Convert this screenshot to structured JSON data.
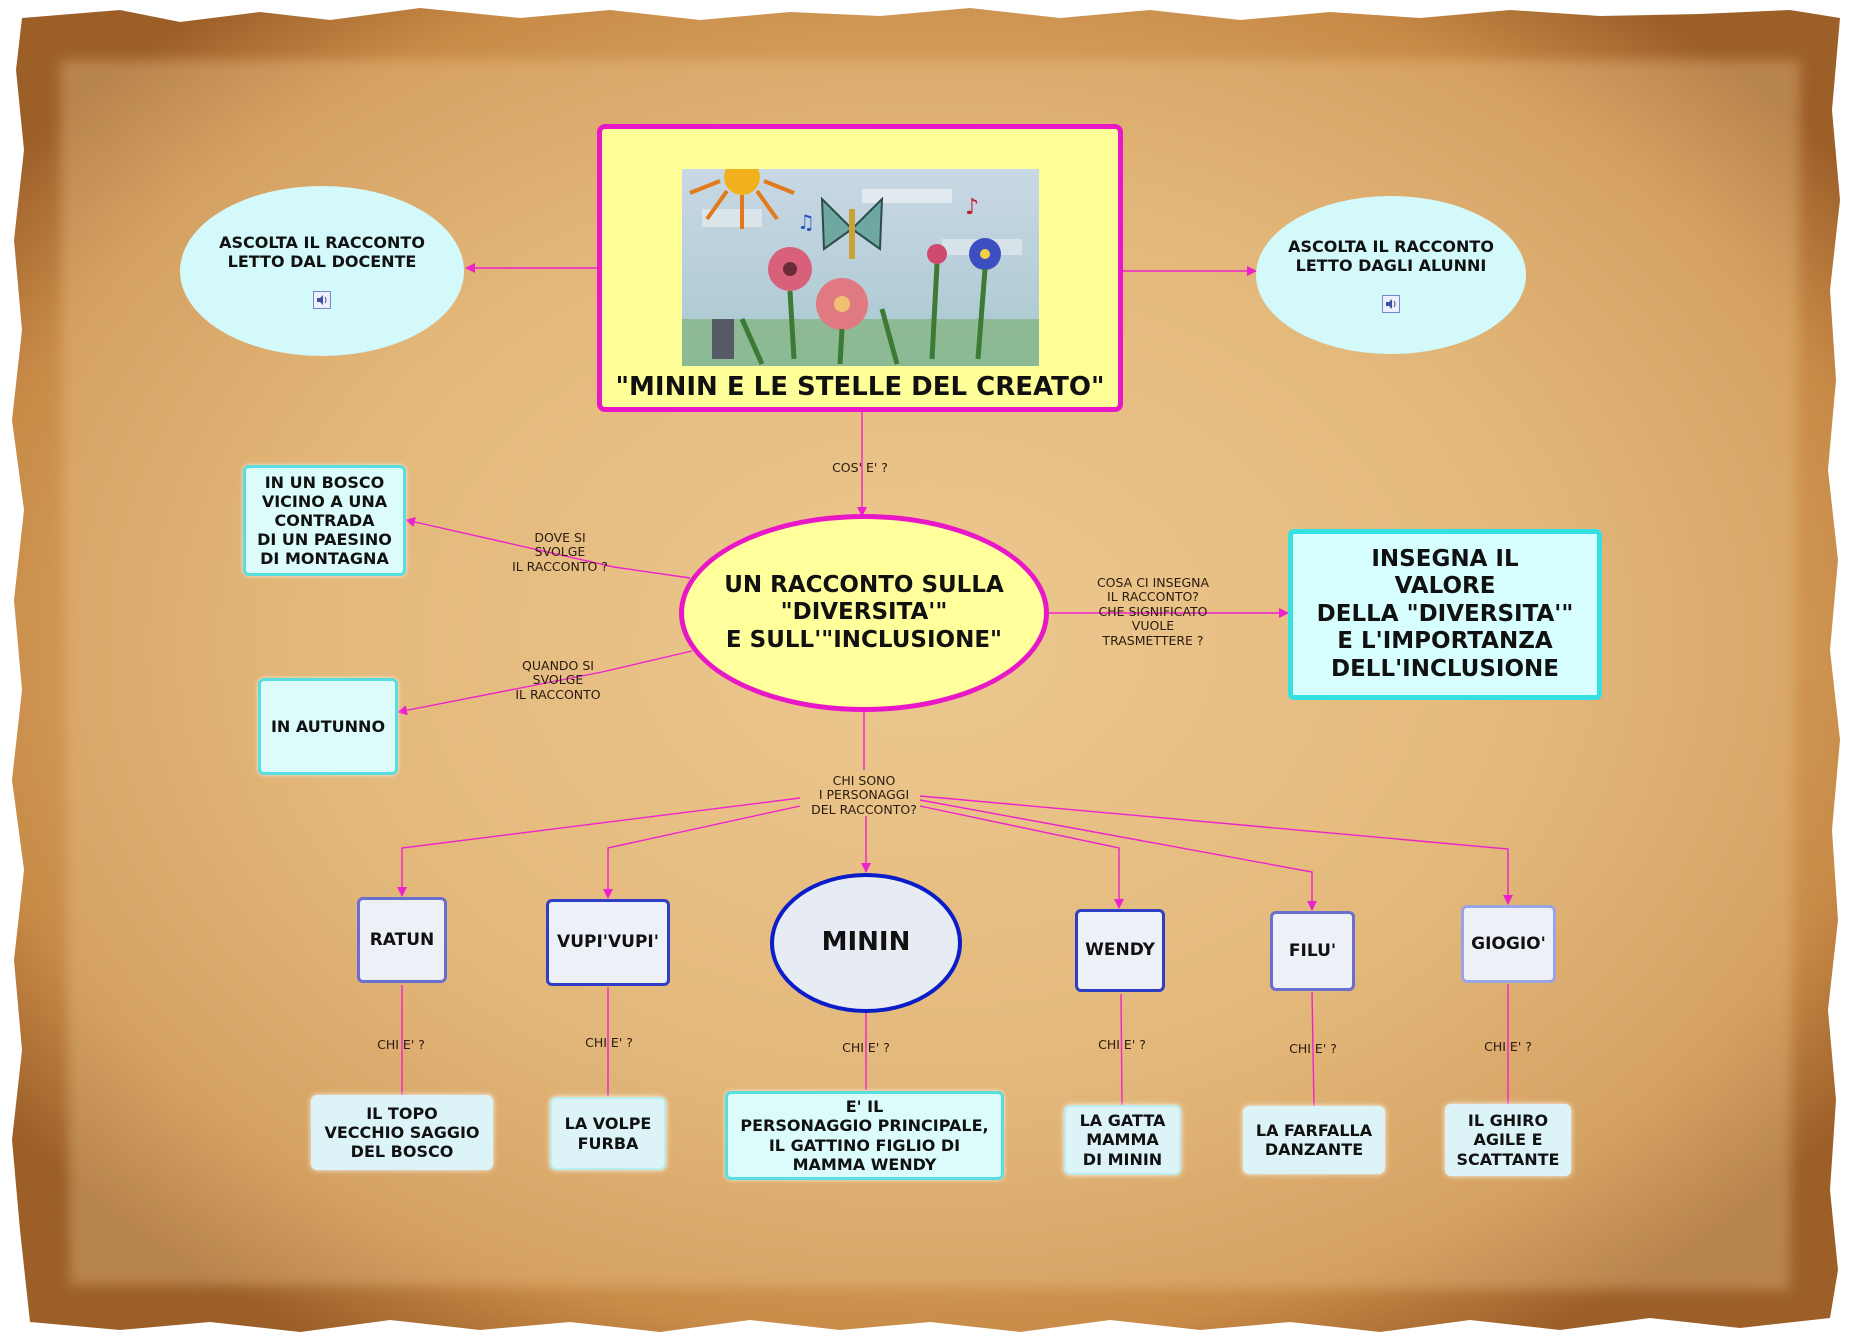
{
  "title": "\"MININ E LE STELLE DEL CREATO\"",
  "audio_teacher": "ASCOLTA IL RACCONTO\nLETTO DAL DOCENTE",
  "audio_pupils": "ASCOLTA IL RACCONTO\nLETTO DAGLI ALUNNI",
  "center": "UN RACCONTO SULLA\n\"DIVERSITA'\"\nE SULL'\"INCLUSIONE\"",
  "links": {
    "cos_e": "COS' E' ?",
    "dove": "DOVE SI\nSVOLGE\nIL RACCONTO ?",
    "quando": "QUANDO SI\nSVOLGE\nIL RACCONTO",
    "cosa_insegna": "COSA CI INSEGNA\nIL RACCONTO?\nCHE SIGNIFICATO\nVUOLE\nTRASMETTERE ?",
    "chi_sono": "CHI SONO\nI PERSONAGGI\nDEL RACCONTO?",
    "chi_e": "CHI E' ?"
  },
  "where": "IN UN BOSCO\nVICINO A UNA\nCONTRADA\nDI UN PAESINO\nDI MONTAGNA",
  "when": "IN AUTUNNO",
  "meaning": "INSEGNA IL\nVALORE\nDELLA \"DIVERSITA'\"\nE L'IMPORTANZA\nDELL'INCLUSIONE",
  "characters": [
    {
      "name": "RATUN",
      "desc": "IL TOPO\nVECCHIO SAGGIO\nDEL BOSCO"
    },
    {
      "name": "VUPI'VUPI'",
      "desc": "LA VOLPE\nFURBA"
    },
    {
      "name": "MININ",
      "desc": "E' IL\nPERSONAGGIO PRINCIPALE,\nIL GATTINO FIGLIO DI\nMAMMA WENDY"
    },
    {
      "name": "WENDY",
      "desc": "LA GATTA\nMAMMA\nDI MININ"
    },
    {
      "name": "FILU'",
      "desc": "LA FARFALLA\nDANZANTE"
    },
    {
      "name": "GIOGIO'",
      "desc": "IL GHIRO\nAGILE E\nSCATTANTE"
    }
  ],
  "colors": {
    "link": "#ee22cc",
    "title_border": "#e818c8",
    "title_bg": "#ffff99",
    "center_bg": "#ffff9c",
    "character_border": "#2f3ec4",
    "minin_border": "#0a1dc8"
  },
  "icons": {
    "audio": "speaker-icon"
  }
}
